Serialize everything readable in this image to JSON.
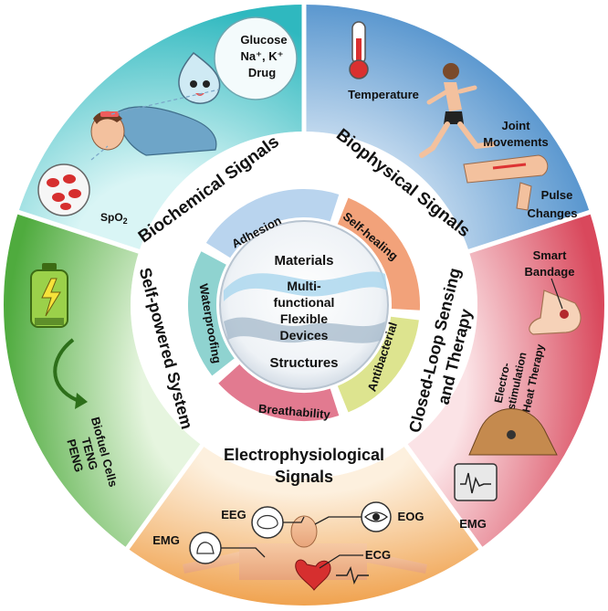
{
  "center": {
    "line1": "Multi-",
    "line2": "functional",
    "line3": "Flexible",
    "line4": "Devices",
    "top": "Materials",
    "bottom": "Structures"
  },
  "inner_ring": [
    "Adhesion",
    "Self-healing",
    "Antibacterial",
    "Breathability",
    "Waterproofing"
  ],
  "sectors": {
    "biochemical": {
      "title": "Biochemical Signals",
      "glucose": "Glucose",
      "ions": "Na⁺, K⁺",
      "drug": "Drug",
      "spo2": "SpO",
      "spo2_sub": "2"
    },
    "biophysical": {
      "title": "Biophysical Signals",
      "temperature": "Temperature",
      "joint1": "Joint",
      "joint2": "Movements",
      "pulse1": "Pulse",
      "pulse2": "Changes"
    },
    "closed_loop": {
      "title1": "Closed-Loop Sensing",
      "title2": "and Therapy",
      "smart1": "Smart",
      "smart2": "Bandage",
      "electro1": "Electro-",
      "electro2": "stimulation",
      "heat": "Heat Therapy",
      "emg": "EMG"
    },
    "electrophysiological": {
      "title1": "Electrophysiological",
      "title2": "Signals",
      "eeg": "EEG",
      "eog": "EOG",
      "emg": "EMG",
      "ecg": "ECG"
    },
    "self_powered": {
      "title": "Self-powered System",
      "biofuel": "Biofuel Cells",
      "teng": "TENG",
      "peng": "PENG"
    }
  },
  "colors": {
    "biochemical": "#3cc4c8",
    "biophysical": "#6aa6d8",
    "closed_loop": "#e06a78",
    "electrophysiological": "#f4b86c",
    "self_powered": "#6cbf58"
  }
}
